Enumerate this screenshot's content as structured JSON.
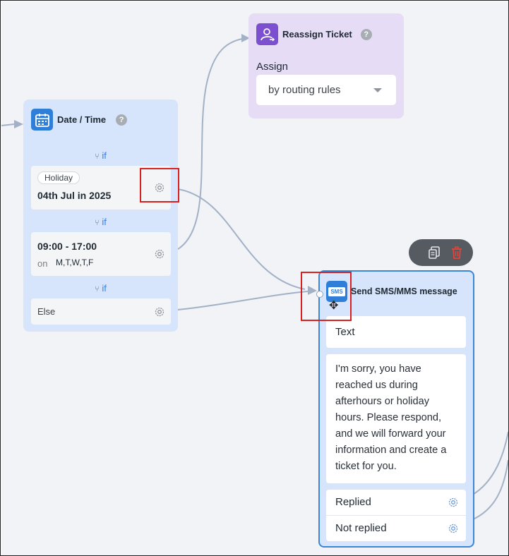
{
  "date_node": {
    "title": "Date / Time",
    "help": "?",
    "if_label": "if",
    "branches": [
      {
        "chip": "Holiday",
        "value": "04th Jul in 2025"
      },
      {
        "time": "09:00 - 17:00",
        "on_label": "on",
        "days": "M,T,W,T,F"
      },
      {
        "label": "Else"
      }
    ]
  },
  "reassign_node": {
    "title": "Reassign Ticket",
    "help": "?",
    "assign_label": "Assign",
    "assign_value": "by routing rules"
  },
  "sms_node": {
    "title": "Send SMS/MMS message",
    "icon_text": "SMS",
    "field_label": "Text",
    "message": "I'm sorry, you have reached us during afterhours or holiday hours. Please respond, and we will forward your information and create a ticket for you.",
    "options": [
      "Replied",
      "Not replied"
    ]
  },
  "colors": {
    "date_node_bg": "#d6e5fb",
    "reassign_node_bg": "#e6dcf6",
    "selected_border": "#3b86d6",
    "highlight": "#d92020",
    "delete": "#e0443a"
  }
}
